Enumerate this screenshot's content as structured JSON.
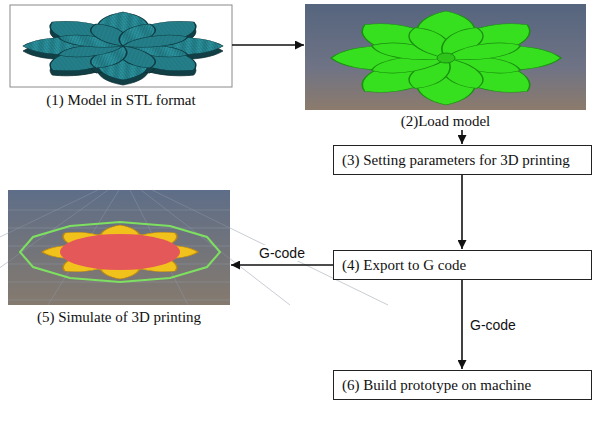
{
  "diagram": {
    "nodes": [
      {
        "text": [
          "(1) Model in STL format"
        ]
      },
      {
        "text": [
          "(2)Load model"
        ]
      },
      {
        "text": [
          "(3) Setting parameters for 3D printing"
        ]
      },
      {
        "text": [
          "(4) Export to  G code"
        ]
      },
      {
        "text": [
          "(5) Simulate of 3D printing"
        ]
      },
      {
        "text": [
          "(6) Build prototype on machine"
        ]
      }
    ],
    "edges": [
      {
        "from": 0,
        "to": 1,
        "arrow": "to"
      },
      {
        "from": 1,
        "to": 2,
        "arrow": "to"
      },
      {
        "from": 2,
        "to": 3,
        "arrow": "to"
      },
      {
        "from": 3,
        "to": 4,
        "label": "G-code",
        "arrow": "to"
      },
      {
        "from": 3,
        "to": 5,
        "label": "G-code",
        "arrow": "to"
      }
    ]
  }
}
